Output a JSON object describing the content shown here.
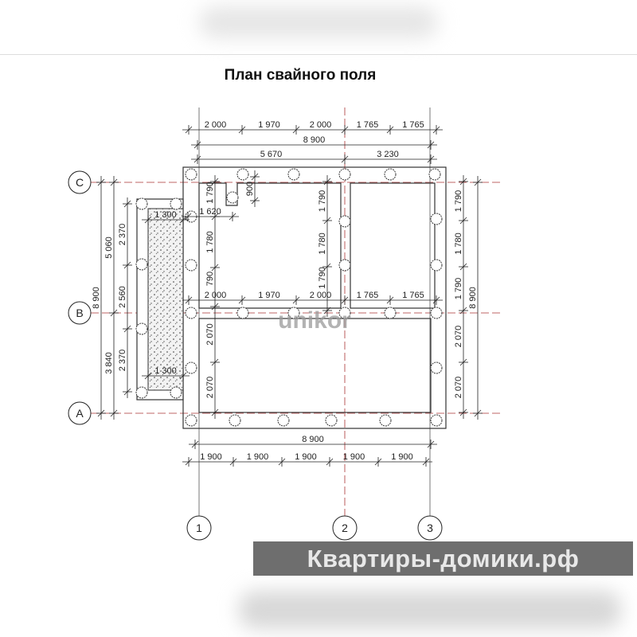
{
  "title": "План свайного поля",
  "axes": {
    "rows": [
      "C",
      "B",
      "A"
    ],
    "cols": [
      "1",
      "2",
      "3"
    ]
  },
  "dims": {
    "top_row1": [
      "2 000",
      "1 970",
      "2 000",
      "1 765",
      "1 765"
    ],
    "top_total": "8 900",
    "top_row3": [
      "5 670",
      "3 230"
    ],
    "mid_row": [
      "2 000",
      "1 970",
      "2 000",
      "1 765",
      "1 765"
    ],
    "bottom_total": "8 900",
    "bottom_row": [
      "1 900",
      "1 900",
      "1 900",
      "1 900",
      "1 900"
    ],
    "left_total": "8 900",
    "left_mid": [
      "5 060",
      "3 840"
    ],
    "left_porch": [
      "2 370",
      "2 560",
      "2 370"
    ],
    "inner_left": [
      "1 790",
      "1 780",
      "790",
      "2 070",
      "2 070"
    ],
    "inner_mid": [
      "1 790",
      "1 780",
      "1 790"
    ],
    "right": [
      "1 790",
      "1 780",
      "1 790",
      "2 070",
      "2 070"
    ],
    "right_total": "8 900",
    "porch_top": "1 300",
    "porch_bottom": "1 300",
    "notch_w": "1 620",
    "notch_h": "900"
  },
  "watermark": "unikor",
  "banner": "Квартиры-домики.рф"
}
